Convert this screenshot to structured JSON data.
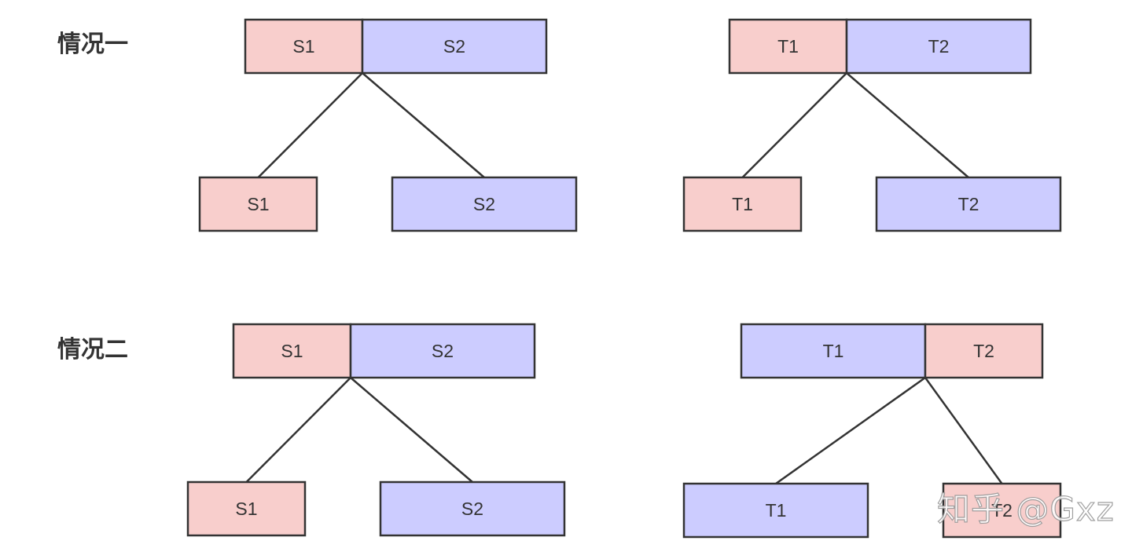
{
  "colors": {
    "pink": "#f8cecc",
    "blue": "#ccccff",
    "stroke": "#333333",
    "text": "#333333"
  },
  "cases": [
    {
      "label": "情况一",
      "left": {
        "parent": [
          {
            "label": "S1",
            "fill": "pink"
          },
          {
            "label": "S2",
            "fill": "blue"
          }
        ],
        "children": [
          {
            "label": "S1",
            "fill": "pink"
          },
          {
            "label": "S2",
            "fill": "blue"
          }
        ]
      },
      "right": {
        "parent": [
          {
            "label": "T1",
            "fill": "pink"
          },
          {
            "label": "T2",
            "fill": "blue"
          }
        ],
        "children": [
          {
            "label": "T1",
            "fill": "pink"
          },
          {
            "label": "T2",
            "fill": "blue"
          }
        ]
      }
    },
    {
      "label": "情况二",
      "left": {
        "parent": [
          {
            "label": "S1",
            "fill": "pink"
          },
          {
            "label": "S2",
            "fill": "blue"
          }
        ],
        "children": [
          {
            "label": "S1",
            "fill": "pink"
          },
          {
            "label": "S2",
            "fill": "blue"
          }
        ]
      },
      "right": {
        "parent": [
          {
            "label": "T1",
            "fill": "blue"
          },
          {
            "label": "T2",
            "fill": "pink"
          }
        ],
        "children": [
          {
            "label": "T1",
            "fill": "blue"
          },
          {
            "label": "T2",
            "fill": "pink"
          }
        ]
      }
    }
  ],
  "watermark": "知乎 @Gxz"
}
